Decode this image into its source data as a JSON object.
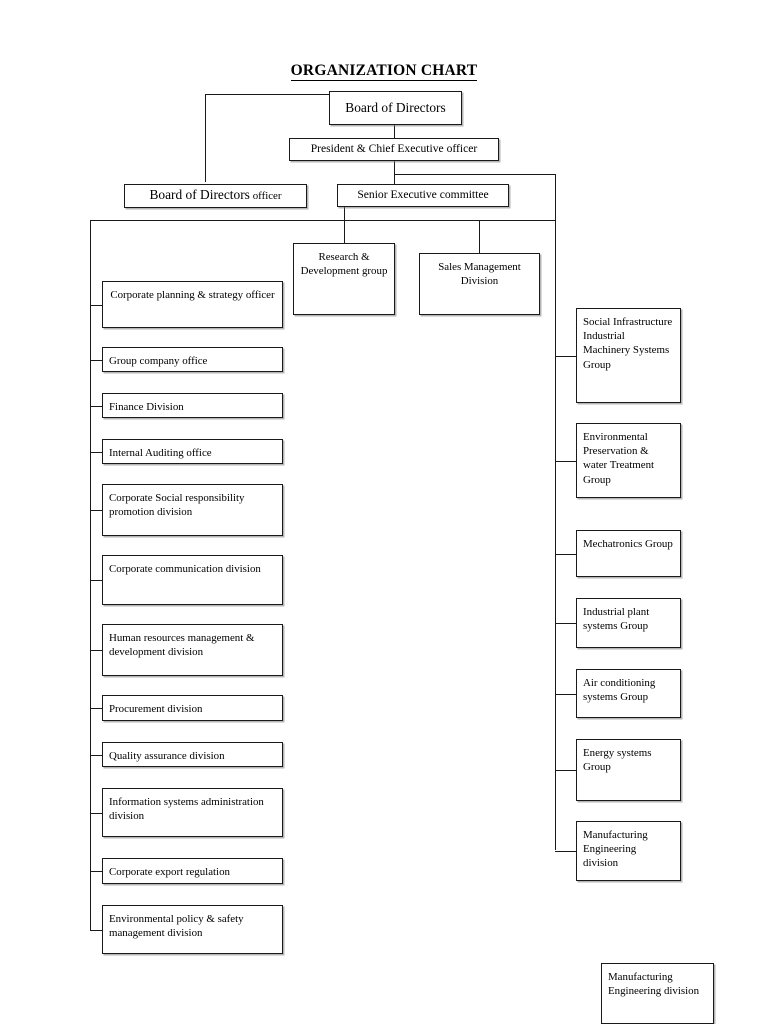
{
  "document": {
    "title": "ORGANIZATION CHART"
  },
  "top": {
    "board_of_directors": "Board of Directors",
    "president_ceo": "President & Chief Executive officer",
    "board_of_directors_officer_main": "Board of Directors",
    "board_of_directors_officer_suffix": "officer",
    "senior_executive_committee": "Senior Executive committee",
    "research_development_group": "Research & Development group",
    "sales_management_division": "Sales Management Division"
  },
  "left_column": {
    "items": [
      {
        "label": "Corporate planning & strategy officer"
      },
      {
        "label": "Group company office"
      },
      {
        "label": "Finance Division"
      },
      {
        "label": "Internal Auditing office"
      },
      {
        "label": "Corporate Social responsibility promotion division"
      },
      {
        "label": "Corporate communication division"
      },
      {
        "label": "Human resources management & development division"
      },
      {
        "label": "Procurement division"
      },
      {
        "label": "Quality assurance division"
      },
      {
        "label": "Information systems administration division"
      },
      {
        "label": "Corporate export regulation"
      },
      {
        "label": "Environmental policy & safety management division"
      }
    ]
  },
  "right_column": {
    "items": [
      {
        "label": "Social Infrastructure Industrial Machinery Systems Group"
      },
      {
        "label": "Environmental Preservation & water Treatment Group"
      },
      {
        "label": "Mechatronics Group"
      },
      {
        "label": "Industrial plant systems Group"
      },
      {
        "label": "Air conditioning systems Group"
      },
      {
        "label": "Energy systems Group"
      },
      {
        "label": "Manufacturing Engineering division"
      }
    ]
  },
  "footer": {
    "detached_box": "Manufacturing Engineering division"
  },
  "colors": {
    "border": "#1a1a1a",
    "background": "#ffffff",
    "text": "#000000",
    "shadow": "#787878"
  }
}
